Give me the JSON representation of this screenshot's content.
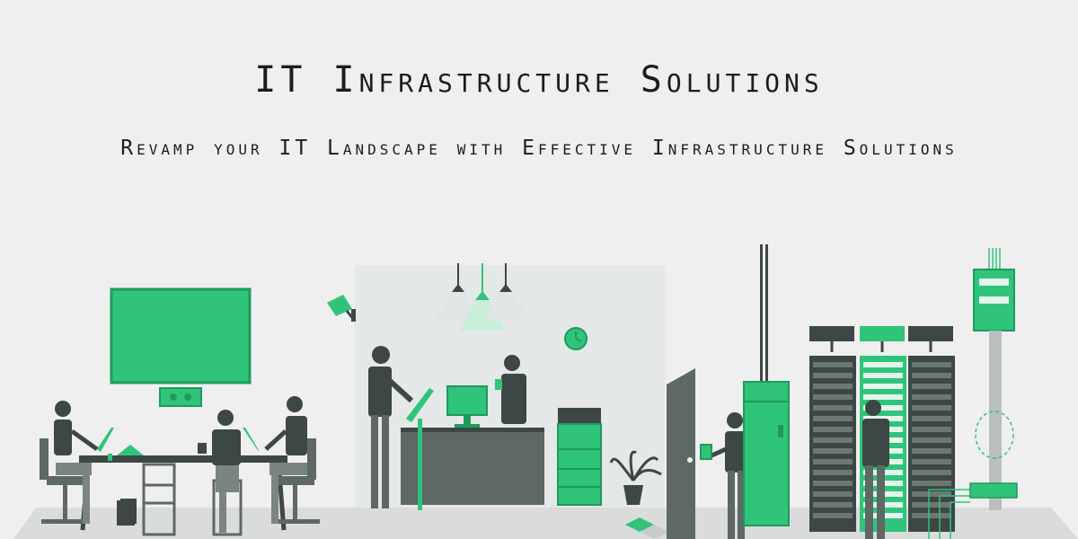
{
  "banner": {
    "title": "IT Infrastructure Solutions",
    "subtitle": "Revamp your IT Landscape with Effective Infrastructure Solutions"
  },
  "colors": {
    "background": "#efefef",
    "accent_green": "#2fc47a",
    "dark_green": "#1f9a5c",
    "dark_gray": "#3d4745",
    "mid_gray": "#5e6864",
    "floor": "#d9dcdb"
  },
  "illustration": {
    "scene": "office",
    "icons": [
      "security-camera-icon",
      "wall-clock-icon",
      "server-rack-icon",
      "plant-icon",
      "printer-icon",
      "monitor-icon"
    ]
  }
}
